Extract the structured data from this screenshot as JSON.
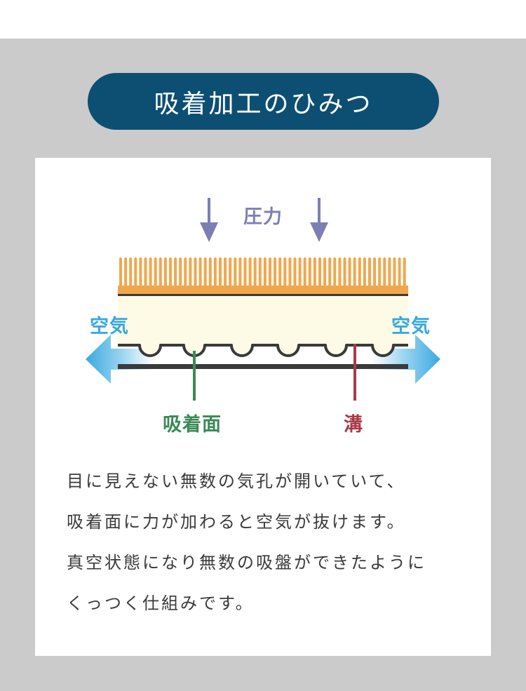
{
  "title": "吸着加工のひみつ",
  "diagram": {
    "pressure_label": "圧力",
    "air_left_label": "空気",
    "air_right_label": "空気",
    "suction_surface_label": "吸着面",
    "groove_label": "溝",
    "colors": {
      "pressure": "#7d7fb3",
      "air": "#38a8e0",
      "suction_surface": "#3a8a55",
      "groove": "#a83a48",
      "bristle": "#f0a74c",
      "pad": "#fdfbe6",
      "title_bg": "#0d4f73"
    }
  },
  "description": [
    "目に見えない無数の気孔が開いていて、",
    "吸着面に力が加わると空気が抜けます。",
    "真空状態になり無数の吸盤ができたように",
    "くっつく仕組みです。"
  ]
}
